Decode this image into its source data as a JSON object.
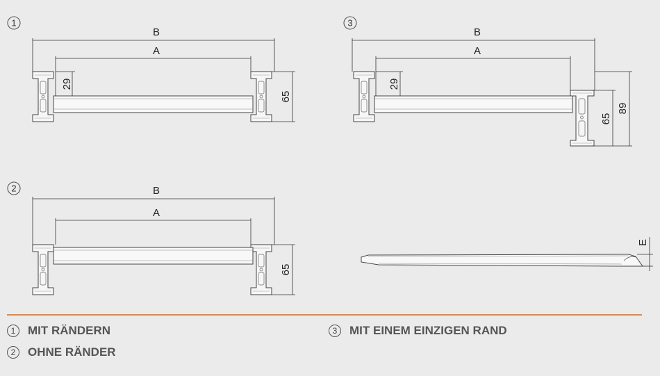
{
  "markers": [
    "1",
    "2",
    "3"
  ],
  "dimensions": {
    "a": "A",
    "b": "B",
    "e": "E",
    "h29": "29",
    "h65": "65",
    "h89": "89"
  },
  "legend": [
    {
      "num": "1",
      "label": "MIT RÄNDERN"
    },
    {
      "num": "2",
      "label": "OHNE RÄNDER"
    },
    {
      "num": "3",
      "label": "MIT EINEM EINZIGEN RAND"
    }
  ]
}
